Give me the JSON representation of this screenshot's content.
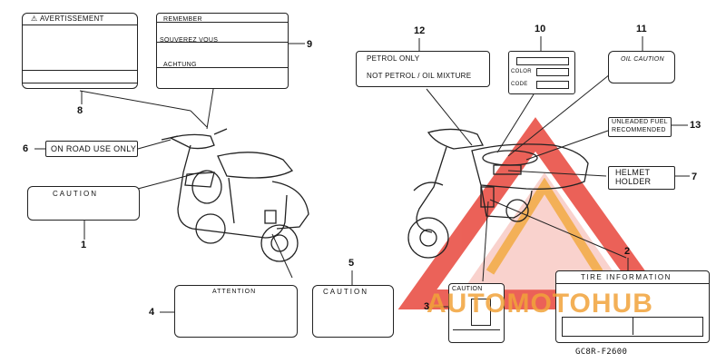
{
  "callouts": {
    "n1": "1",
    "n2": "2",
    "n3": "3",
    "n4": "4",
    "n5": "5",
    "n6": "6",
    "n7": "7",
    "n8": "8",
    "n9": "9",
    "n10": "10",
    "n11": "11",
    "n12": "12",
    "n13": "13"
  },
  "labels": {
    "avertissement": "AVERTISSEMENT",
    "remember": "REMEMBER",
    "souverez_vous": "SOUVEREZ VOUS",
    "achtung": "ACHTUNG",
    "on_road": "ON ROAD USE ONLY",
    "caution_1": "CAUTION",
    "petrol_only": "PETROL ONLY",
    "not_petrol_oil": "NOT PETROL / OIL MIXTURE",
    "color": "COLOR",
    "code": "CODE",
    "oil_caution": "OIL CAUTION",
    "unleaded_line1": "UNLEADED FUEL",
    "unleaded_line2": "RECOMMENDED",
    "helmet_line1": "HELMET",
    "helmet_line2": "HOLDER",
    "attention": "ATTENTION",
    "caution_5": "CAUTION",
    "caution_3": "CAUTION",
    "tire_information": "TIRE INFORMATION"
  },
  "diagram_code": "GC8R-F2600",
  "watermark": "AUTOMOTOHUB",
  "colors": {
    "line": "#222222",
    "watermark_red": "#e8463c",
    "watermark_orange": "#f2a33a"
  }
}
